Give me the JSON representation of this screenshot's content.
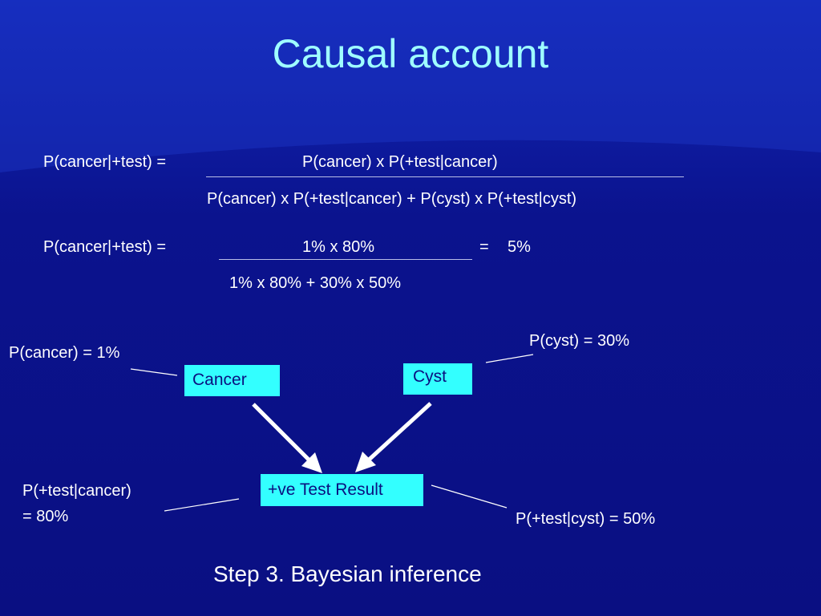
{
  "slide": {
    "title": "Causal account",
    "footer": "Step 3. Bayesian inference"
  },
  "formula1": {
    "lhs": "P(cancer|+test) =",
    "numerator": "P(cancer) x P(+test|cancer)",
    "denominator": "P(cancer) x P(+test|cancer) +   P(cyst) x P(+test|cyst)"
  },
  "formula2": {
    "lhs": "P(cancer|+test) =",
    "numerator": "1% x 80%",
    "denominator": "1% x 80% +   30% x 50%",
    "equals": "=",
    "result": "5%"
  },
  "diagram": {
    "nodes": {
      "cancer": "Cancer",
      "cyst": "Cyst",
      "test_result": "+ve Test Result"
    },
    "labels": {
      "p_cancer": "P(cancer) = 1%",
      "p_cyst": "P(cyst) = 30%",
      "p_test_cancer_line1": "P(+test|cancer)",
      "p_test_cancer_line2": "= 80%",
      "p_test_cyst": "P(+test|cyst) = 50%"
    }
  },
  "colors": {
    "background": "#0a0f85",
    "title": "#9fffff",
    "node_fill": "#33ffff",
    "node_text": "#0a1080",
    "text": "#ffffff"
  }
}
